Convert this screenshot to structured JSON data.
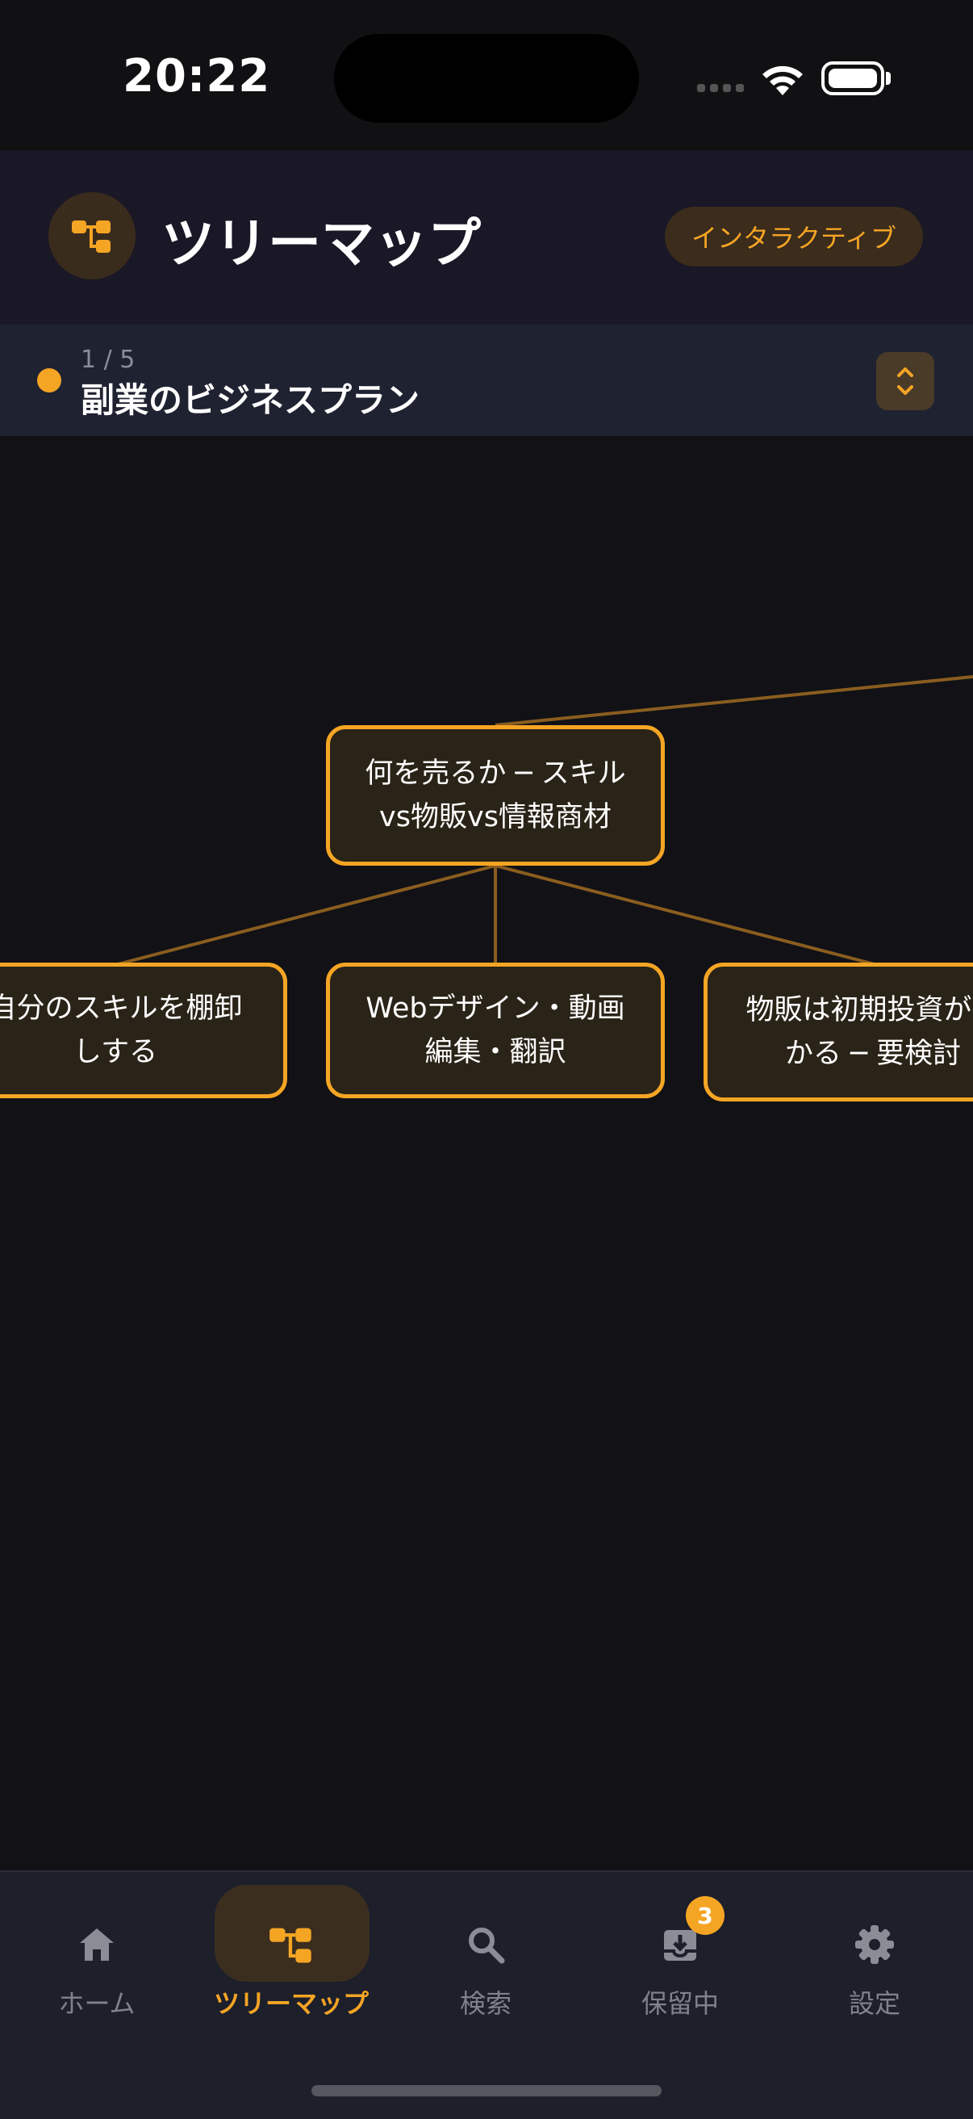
{
  "status": {
    "time": "20:22"
  },
  "header": {
    "title": "ツリーマップ",
    "mode_badge": "インタラクティブ"
  },
  "document": {
    "counter": "1 / 5",
    "title": "副業のビジネスプラン"
  },
  "tree": {
    "accent": "#f5a524",
    "nodes": {
      "center": "何を売るか ─ スキル\nvs物販vs情報商材",
      "child_left": "自分のスキルを棚卸\nしする",
      "child_mid": "Webデザイン・動画\n編集・翻訳",
      "child_right": "物販は初期投資がか\nかる ─ 要検討"
    }
  },
  "tabbar": {
    "items": [
      {
        "label": "ホーム",
        "icon": "home-icon"
      },
      {
        "label": "ツリーマップ",
        "icon": "treemap-icon"
      },
      {
        "label": "検索",
        "icon": "search-icon"
      },
      {
        "label": "保留中",
        "icon": "inbox-icon"
      },
      {
        "label": "設定",
        "icon": "gear-icon"
      }
    ],
    "pending_count": "3"
  }
}
